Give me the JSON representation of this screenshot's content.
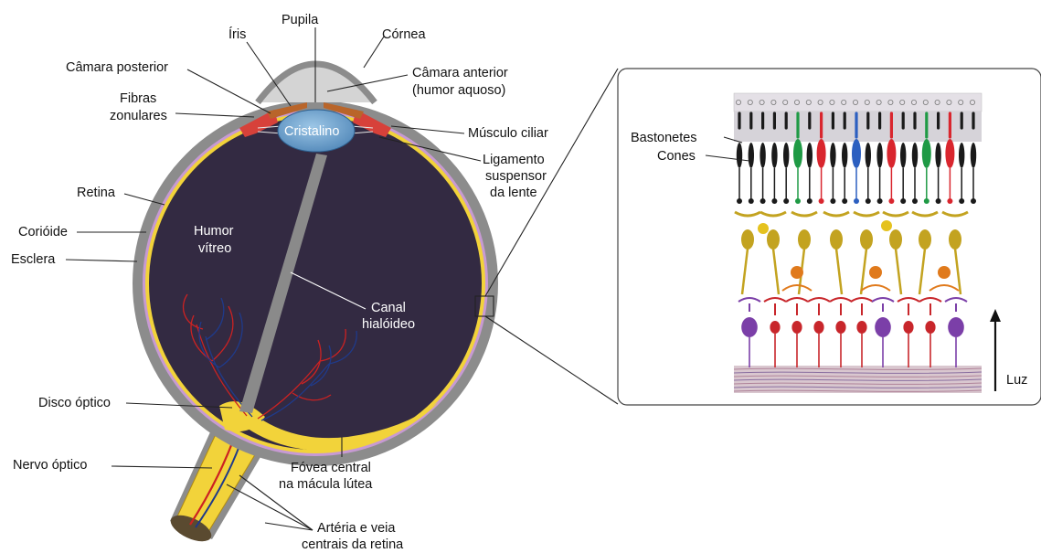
{
  "labels": {
    "pupila": "Pupila",
    "iris": "Íris",
    "cornea": "Córnea",
    "camara_posterior": "Câmara posterior",
    "camara_anterior_1": "Câmara anterior",
    "camara_anterior_2": "(humor aquoso)",
    "fibras_1": "Fibras",
    "fibras_2": "zonulares",
    "cristalino": "Cristalino",
    "musculo_ciliar": "Músculo ciliar",
    "ligamento_1": "Ligamento",
    "ligamento_2": "suspensor",
    "ligamento_3": "da lente",
    "retina": "Retina",
    "coroide": "Corióide",
    "esclera": "Esclera",
    "humor_1": "Humor",
    "humor_2": "vítreo",
    "canal_1": "Canal",
    "canal_2": "hialóideo",
    "disco": "Disco óptico",
    "nervo": "Nervo óptico",
    "fovea_1": "Fóvea central",
    "fovea_2": "na mácula lútea",
    "arteria_1": "Artéria e veia",
    "arteria_2": "centrais da retina",
    "bastonetes": "Bastonetes",
    "cones": "Cones",
    "luz": "Luz"
  },
  "colors": {
    "sclera": "#8c8c8c",
    "vitreous": "#332a42",
    "retina": "#f2d33a",
    "choroid": "#c79ad3",
    "lens": "#6fa7cf",
    "ciliary": "#d7413a",
    "cornea": "#d4d4d4",
    "rod": "#1a1a1a",
    "cone_green": "#1f9a45",
    "cone_red": "#d9262e",
    "cone_blue": "#2c5fc0",
    "bipolar": "#c3a320",
    "horizontal": "#e07a1c",
    "ganglion_purple": "#7b3fa8",
    "ganglion_red": "#c8262b"
  }
}
